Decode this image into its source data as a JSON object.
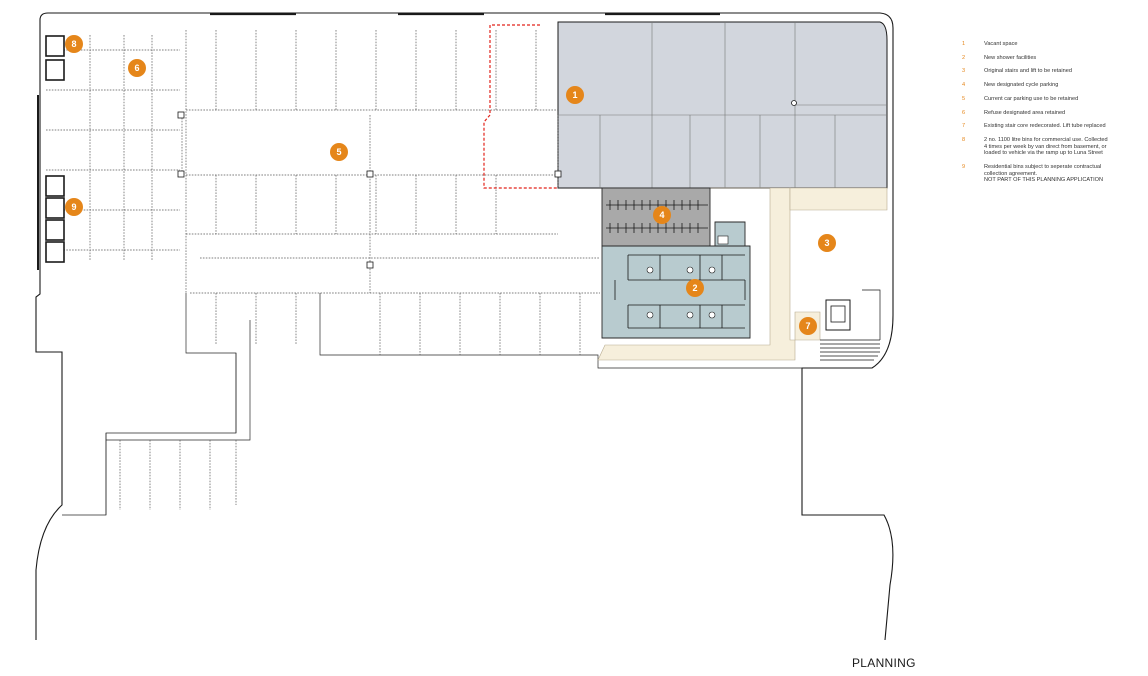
{
  "markers": [
    {
      "num": "1"
    },
    {
      "num": "2"
    },
    {
      "num": "3"
    },
    {
      "num": "4"
    },
    {
      "num": "5"
    },
    {
      "num": "6"
    },
    {
      "num": "7"
    },
    {
      "num": "8"
    },
    {
      "num": "9"
    }
  ],
  "legend": [
    {
      "num": "1",
      "text": "Vacant space"
    },
    {
      "num": "2",
      "text": "New shower facilities"
    },
    {
      "num": "3",
      "text": "Original stairs and lift to be retained"
    },
    {
      "num": "4",
      "text": "New designated cycle parking"
    },
    {
      "num": "5",
      "text": "Current car parking use to be retained"
    },
    {
      "num": "6",
      "text": "Refuse designated area retained"
    },
    {
      "num": "7",
      "text": "Existing stair core redecorated. Lift tube replaced"
    },
    {
      "num": "8",
      "text": "2 no. 1100 litre bins for commercial use. Collected\n4 times per week by van direct from basement, or\nloaded to vehicle via the ramp up to Luna Street"
    },
    {
      "num": "9",
      "text": "Residential bins subject to seperate contractual\ncollection agreement.\nNOT PART OF THIS PLANNING APPLICATION"
    }
  ],
  "stage_label": "PLANNING",
  "colors": {
    "marker": "#e5861a",
    "vacant_space": "#d2d6dd",
    "shower_facilities": "#b8cbcf",
    "circulation": "#f6efdc",
    "cycle_parking": "#a9a9a9",
    "red_line": "#e2231a"
  }
}
